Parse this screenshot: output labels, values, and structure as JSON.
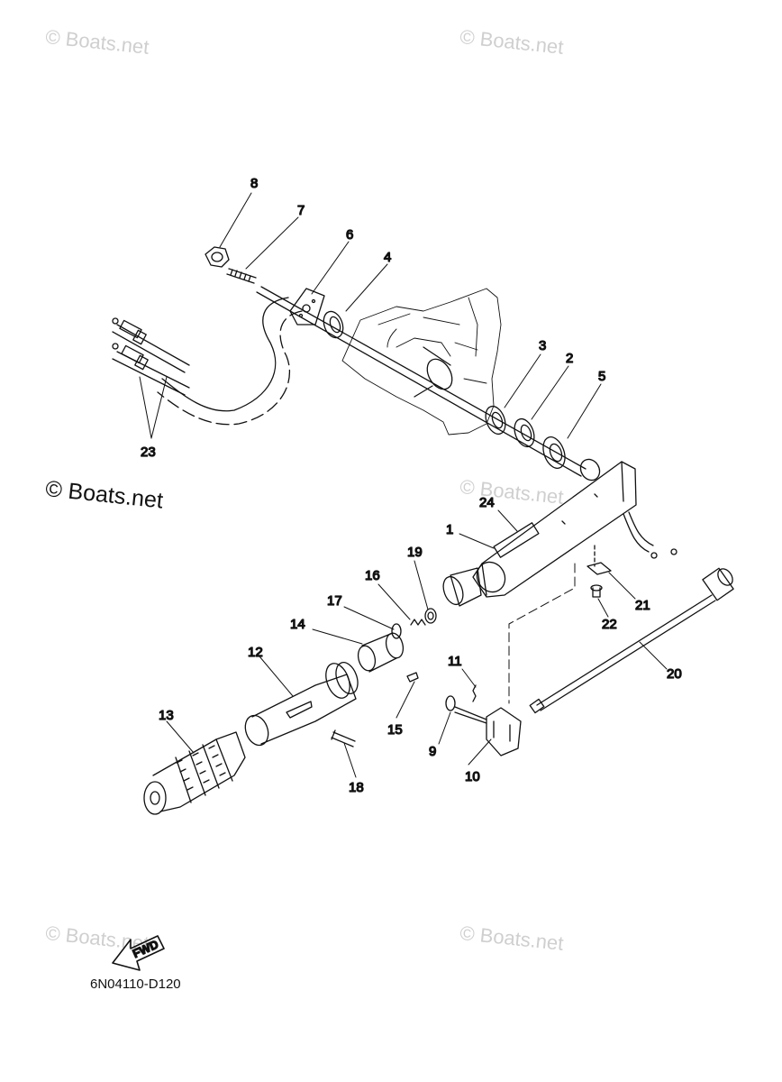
{
  "watermarks": {
    "top_left": "© Boats.net",
    "top_right": "© Boats.net",
    "middle_left": "© Boats.net",
    "middle_right": "© Boats.net",
    "bottom_left": "© Boats.net",
    "bottom_right": "© Boats.net"
  },
  "part_numbers": [
    "1",
    "2",
    "3",
    "4",
    "5",
    "6",
    "7",
    "8",
    "9",
    "10",
    "11",
    "12",
    "13",
    "14",
    "15",
    "16",
    "17",
    "18",
    "19",
    "20",
    "21",
    "22",
    "23",
    "24"
  ],
  "fwd_label": "FWD",
  "diagram_code": "6N04110-D120"
}
